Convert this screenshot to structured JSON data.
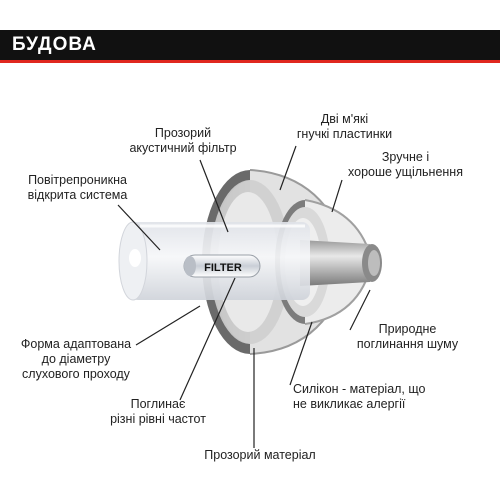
{
  "header": {
    "title": "БУДОВА"
  },
  "filter_label": "FILTER",
  "labels": {
    "acoustic_filter": [
      "Прозорий",
      "акустичний фільтр"
    ],
    "soft_flanges": [
      "Дві м'які",
      "гнучкі пластинки"
    ],
    "seal": [
      "Зручне і",
      "хороше ущільнення"
    ],
    "breathable": [
      "Повітрепроникна",
      "відкрита система"
    ],
    "natural_absorption": [
      "Природне",
      "поглинання шуму"
    ],
    "ear_shape": [
      "Форма адаптована",
      "до діаметру",
      "слухового проходу"
    ],
    "silicone": [
      "Силікон - матеріал, що",
      "не викликає алергії"
    ],
    "frequencies": [
      "Поглинає",
      "різні рівні частот"
    ],
    "transparent": [
      "Прозорий матеріал"
    ]
  },
  "colors": {
    "header_bg": "#111111",
    "accent": "#e0281f",
    "flange_dark": "#6b6b6b",
    "flange_light": "#d8d8d8",
    "tube": "#e8eaee"
  }
}
